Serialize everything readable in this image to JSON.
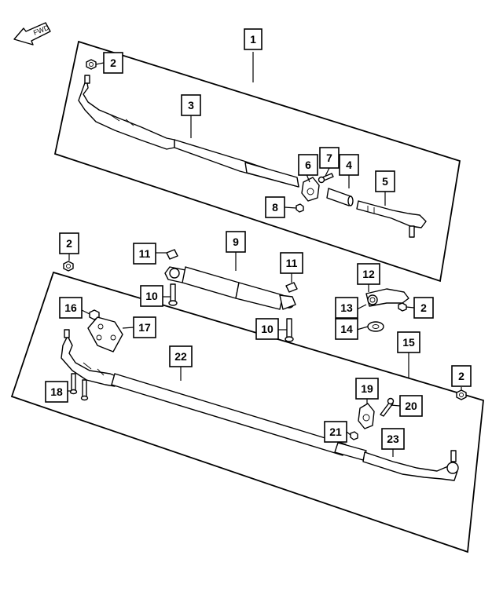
{
  "fwd_indicator": {
    "label": "FWD"
  },
  "callouts": {
    "c1": "1",
    "c2a": "2",
    "c3": "3",
    "c4": "4",
    "c5": "5",
    "c6": "6",
    "c7": "7",
    "c8": "8",
    "c2b": "2",
    "c9": "9",
    "c10a": "10",
    "c10b": "10",
    "c11a": "11",
    "c11b": "11",
    "c12": "12",
    "c13": "13",
    "c2c": "2",
    "c14": "14",
    "c15": "15",
    "c16": "16",
    "c17": "17",
    "c22": "22",
    "c2d": "2",
    "c18": "18",
    "c19": "19",
    "c20": "20",
    "c21": "21",
    "c23": "23"
  }
}
